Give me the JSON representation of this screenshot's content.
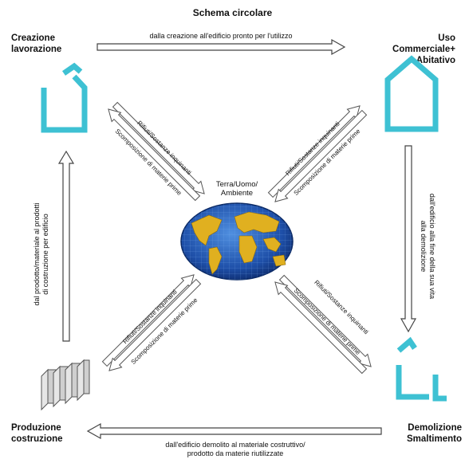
{
  "title": "Schema circolare",
  "corners": {
    "top_left": [
      "Creazione",
      "lavorazione"
    ],
    "top_right": [
      "Uso",
      "Commerciale+",
      "Abitativo"
    ],
    "bottom_left": [
      "Produzione",
      "costruzione"
    ],
    "bottom_right": [
      "Demolizione",
      "Smaltimento"
    ]
  },
  "center": [
    "Terra/Uomo/",
    "Ambiente"
  ],
  "edges": {
    "top": "dalla creazione all'edificio pronto per l'utilizzo",
    "right": [
      "dall'edificio alla fine della sua vita",
      "alla demolizione"
    ],
    "bottom": [
      "dall'edificio demolito al materiale costruttivo/",
      "prodotto da materie riutilizzate"
    ],
    "left": [
      "dal prodotto/materiale al prodotti",
      "di costruzione per edificio"
    ]
  },
  "diagonal": {
    "waste": "Rifiuti/Sostanze inquinanti",
    "decomp": "Scomposizione di materie prime"
  },
  "colors": {
    "accent": "#3ec1d3",
    "arrow": "#444444",
    "ocean": "#1e4fa8",
    "land": "#e0b020"
  },
  "icons": {
    "top_left": "house-outline-icon",
    "top_right": "house-outline-icon",
    "bottom_left": "building-blocks-icon",
    "bottom_right": "demolished-house-icon",
    "center": "globe-icon"
  }
}
